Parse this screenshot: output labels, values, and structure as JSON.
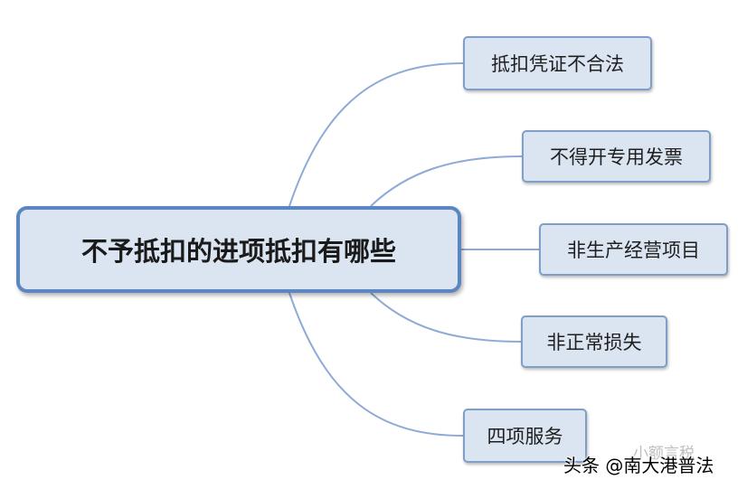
{
  "diagram": {
    "root": {
      "label": "不予抵扣的进项抵扣有哪些"
    },
    "branches": [
      {
        "label": "抵扣凭证不合法"
      },
      {
        "label": "不得开专用发票"
      },
      {
        "label": "非生产经营项目"
      },
      {
        "label": "非正常损失"
      },
      {
        "label": "四项服务"
      }
    ],
    "colors": {
      "node_fill": "#dbe5f1",
      "node_border": "#7f9fc9",
      "root_border": "#5b86c1",
      "connector": "#8eaad6"
    }
  },
  "watermark": {
    "text": "头条 @南大港普法",
    "background_text": "小额言税"
  }
}
